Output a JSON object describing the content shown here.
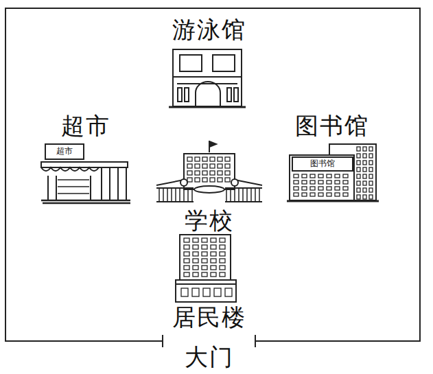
{
  "diagram": {
    "labels": [
      "游泳馆",
      "超市",
      "图书馆",
      "超市",
      "图书馆",
      "学校",
      "居民楼",
      "大门"
    ]
  }
}
